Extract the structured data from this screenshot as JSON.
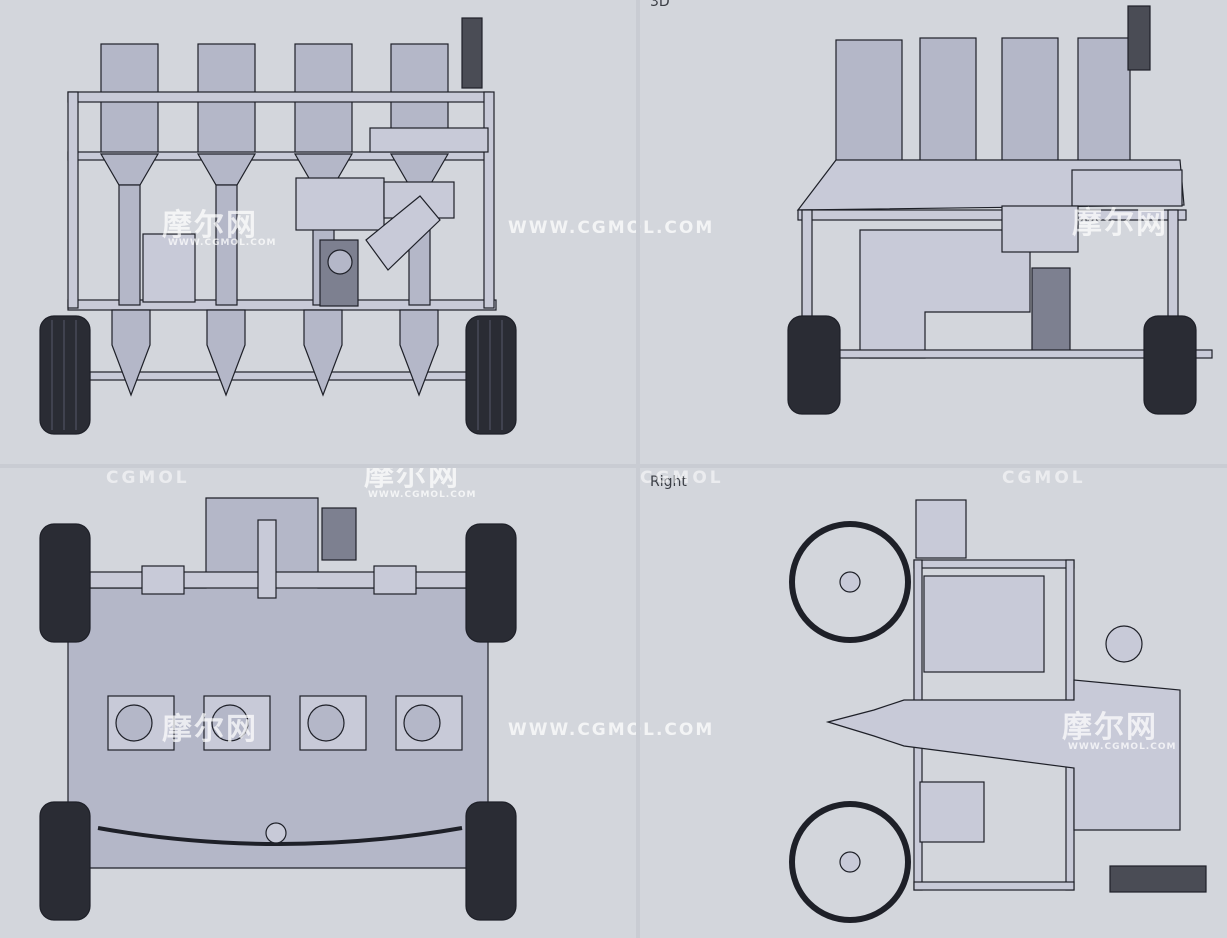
{
  "viewports": {
    "front": {
      "label": ""
    },
    "iso": {
      "label": "3D"
    },
    "bottom": {
      "label": ""
    },
    "right": {
      "label": "Right"
    }
  },
  "watermark": {
    "url": "WWW.CGMOL.COM",
    "brand": "CGMOL",
    "chinese": "摩尔网",
    "small_url": "WWW.CGMOL.COM"
  },
  "colors": {
    "background": "#d3d6dc",
    "part_fill": "#b4b7c8",
    "part_light": "#c8cad8",
    "edge": "#1e2028",
    "wheel": "#2a2c34"
  }
}
